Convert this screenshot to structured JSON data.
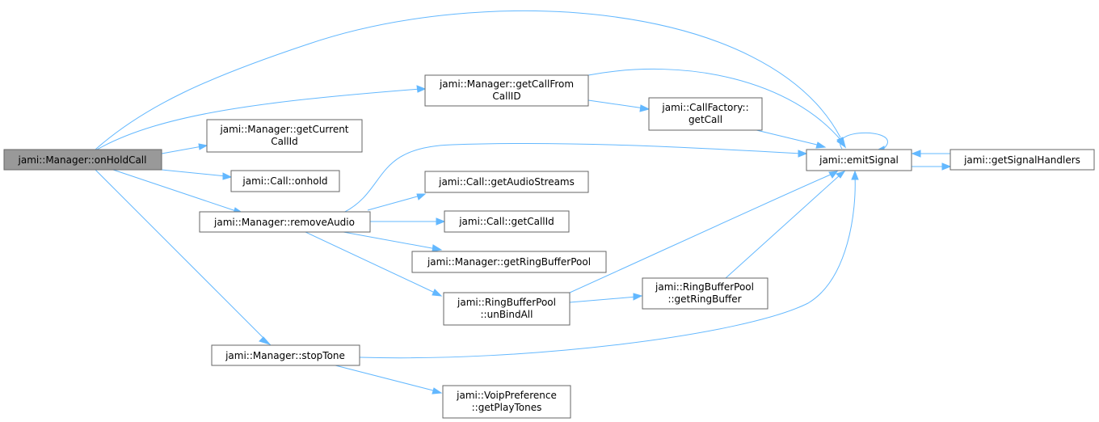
{
  "nodes": {
    "onHoldCall": [
      "jami::Manager::onHoldCall"
    ],
    "getCallFromCallID": [
      "jami::Manager::getCallFrom",
      "CallID"
    ],
    "getCurrentCallId": [
      "jami::Manager::getCurrent",
      "CallId"
    ],
    "callOnhold": [
      "jami::Call::onhold"
    ],
    "removeAudio": [
      "jami::Manager::removeAudio"
    ],
    "stopTone": [
      "jami::Manager::stopTone"
    ],
    "callFactoryGetCall": [
      "jami::CallFactory::",
      "getCall"
    ],
    "getAudioStreams": [
      "jami::Call::getAudioStreams"
    ],
    "getCallId": [
      "jami::Call::getCallId"
    ],
    "getRingBufferPool": [
      "jami::Manager::getRingBufferPool"
    ],
    "unBindAll": [
      "jami::RingBufferPool",
      "::unBindAll"
    ],
    "getRingBuffer": [
      "jami::RingBufferPool",
      "::getRingBuffer"
    ],
    "getPlayTones": [
      "jami::VoipPreference",
      "::getPlayTones"
    ],
    "emitSignal": [
      "jami::emitSignal"
    ],
    "getSignalHandlers": [
      "jami::getSignalHandlers"
    ]
  },
  "colors": {
    "edge": "#63b8ff",
    "root_fill": "#999999",
    "border": "#666666"
  }
}
